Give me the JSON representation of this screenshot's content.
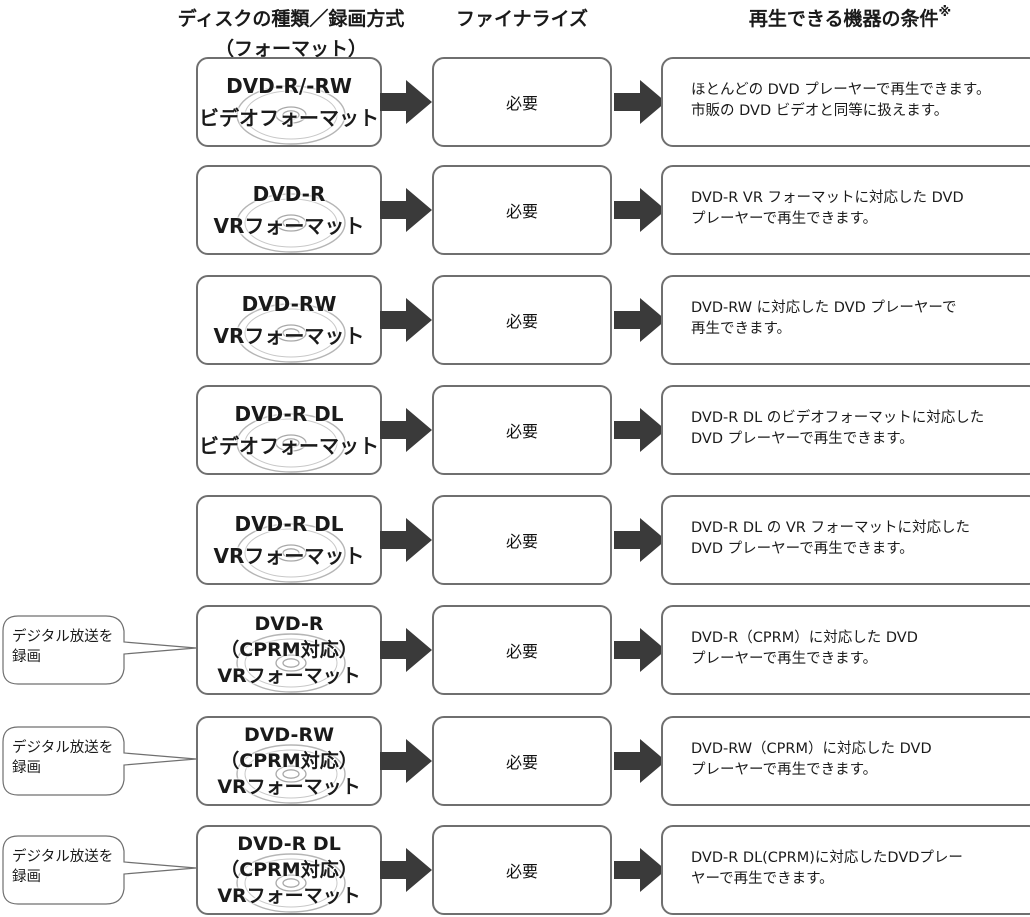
{
  "headers": {
    "disc_line1": "ディスクの種類／録画方式",
    "disc_line2": "（フォーマット）",
    "finalize": "ファイナライズ",
    "conditions": "再生できる機器の条件",
    "conditions_mark": "※"
  },
  "callout": {
    "line1": "デジタル放送を",
    "line2": "録画"
  },
  "rows": [
    {
      "disc": [
        "DVD-R/-RW",
        "ビデオフォーマット"
      ],
      "finalize": "必要",
      "condition": [
        "ほとんどの DVD プレーヤーで再生できます。",
        "市販の DVD ビデオと同等に扱えます。"
      ],
      "callout": false
    },
    {
      "disc": [
        "DVD-R",
        "VRフォーマット"
      ],
      "finalize": "必要",
      "condition": [
        "DVD-R VR フォーマットに対応した DVD",
        "プレーヤーで再生できます。"
      ],
      "callout": false
    },
    {
      "disc": [
        "DVD-RW",
        "VRフォーマット"
      ],
      "finalize": "必要",
      "condition": [
        "DVD-RW に対応した DVD プレーヤーで",
        "再生できます。"
      ],
      "callout": false
    },
    {
      "disc": [
        "DVD-R DL",
        "ビデオフォーマット"
      ],
      "finalize": "必要",
      "condition": [
        "DVD-R DL のビデオフォーマットに対応した",
        "DVD プレーヤーで再生できます。"
      ],
      "callout": false
    },
    {
      "disc": [
        "DVD-R DL",
        "VRフォーマット"
      ],
      "finalize": "必要",
      "condition": [
        "DVD-R DL の VR フォーマットに対応した",
        "DVD プレーヤーで再生できます。"
      ],
      "callout": false
    },
    {
      "disc": [
        "DVD-R",
        "（CPRM対応）",
        "VRフォーマット"
      ],
      "finalize": "必要",
      "condition": [
        "DVD-R（CPRM）に対応した DVD",
        "プレーヤーで再生できます。"
      ],
      "callout": true
    },
    {
      "disc": [
        "DVD-RW",
        "（CPRM対応）",
        "VRフォーマット"
      ],
      "finalize": "必要",
      "condition": [
        "DVD-RW（CPRM）に対応した DVD",
        "プレーヤーで再生できます。"
      ],
      "callout": true
    },
    {
      "disc": [
        "DVD-R DL",
        "（CPRM対応）",
        "VRフォーマット"
      ],
      "finalize": "必要",
      "condition": [
        "DVD-R DL(CPRM)に対応したDVDプレー",
        "ヤーで再生できます。"
      ],
      "callout": true
    }
  ],
  "colors": {
    "border": "#6f6f6f",
    "arrow": "#3a3a3a",
    "disc": "#b5b5b5"
  }
}
